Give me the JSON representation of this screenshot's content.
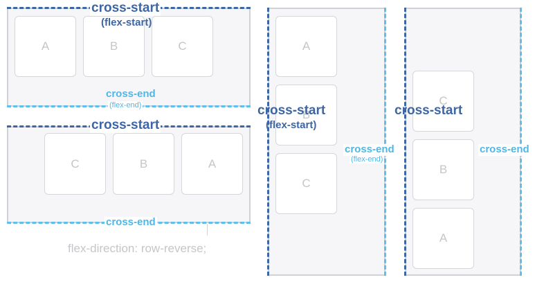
{
  "diagram1": {
    "items": [
      "A",
      "B",
      "C"
    ],
    "cross_start": "cross-start",
    "cross_start_sub": "(flex-start)",
    "cross_end": "cross-end",
    "cross_end_sub": "(flex-end)"
  },
  "diagram2": {
    "items": [
      "C",
      "B",
      "A"
    ],
    "cross_start": "cross-start",
    "cross_end": "cross-end",
    "caption": "flex-direction: row-reverse;"
  },
  "diagram3": {
    "items": [
      "A",
      "B",
      "C"
    ],
    "cross_start": "cross-start",
    "cross_start_sub": "(flex-start)",
    "cross_end": "cross-end",
    "cross_end_sub": "(flex-end)"
  },
  "diagram4": {
    "items": [
      "C",
      "B",
      "A"
    ],
    "cross_start": "cross-start",
    "cross_end": "cross-end"
  },
  "colors": {
    "cross_start": "#3d66a6",
    "cross_end": "#4fb7e6",
    "container_bg": "#f6f6f8",
    "item_text": "#c3c6ca"
  }
}
